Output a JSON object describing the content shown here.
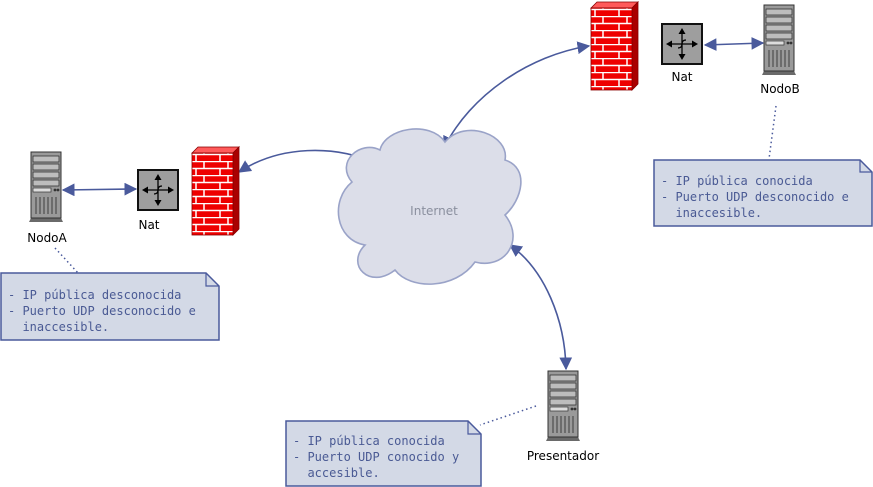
{
  "cloud": {
    "label": "Internet"
  },
  "nodes": {
    "nodoA": {
      "label": "NodoA"
    },
    "nodoB": {
      "label": "NodoB"
    },
    "presentador": {
      "label": "Presentador"
    }
  },
  "nats": {
    "left": {
      "label": "Nat"
    },
    "right": {
      "label": "Nat"
    }
  },
  "notes": {
    "nodoA": {
      "lines": [
        "- IP pública desconocida",
        "- Puerto UDP desconocido e",
        "  inaccesible."
      ]
    },
    "nodoB": {
      "lines": [
        "- IP pública conocida",
        "- Puerto UDP desconocido e",
        "  inaccesible."
      ]
    },
    "presentador": {
      "lines": [
        "- IP pública conocida",
        "- Puerto UDP conocido y",
        "  accesible."
      ]
    }
  },
  "colors": {
    "connector": "#4a5a9c",
    "note_fill": "#d3d9e6",
    "cloud_fill": "#dcdee9",
    "firewall": "#ee0000"
  },
  "icons": {
    "server": "server-icon",
    "nat": "nat-router-icon",
    "firewall": "firewall-icon",
    "cloud": "internet-cloud"
  }
}
